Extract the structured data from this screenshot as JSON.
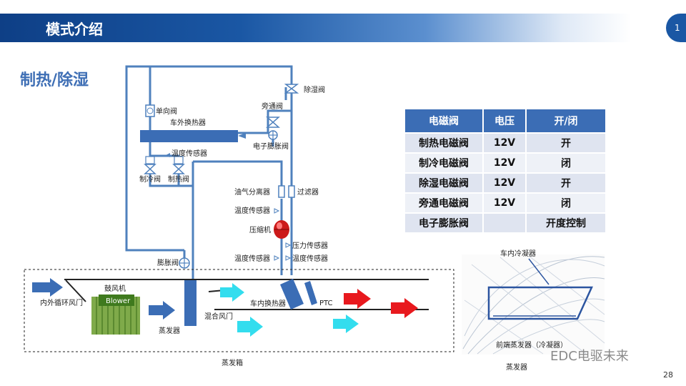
{
  "header": {
    "title": "模式介绍",
    "badge": "1"
  },
  "section_title": "制热/除湿",
  "diagram_labels": {
    "dehumid_valve": "除湿阀",
    "check_valve": "单向阀",
    "bypass_valve": "旁通阀",
    "outside_hx": "车外换热器",
    "exv": "电子膨胀阀",
    "temp_sensor_1": "温度传感器",
    "cooling_valve": "制冷阀",
    "heating_valve": "制热阀",
    "oil_separator": "油气分离器",
    "filter": "过滤器",
    "temp_sensor_2": "温度传感器",
    "compressor": "压缩机",
    "pressure_sensor": "压力传感器",
    "temp_sensor_3": "温度传感器",
    "temp_sensor_4": "温度传感器",
    "expansion_valve": "膨胀阀",
    "blower_title": "鼓风机",
    "blower": "Blower",
    "recirc_door": "内外循环风门",
    "evaporator": "蒸发器",
    "mix_door": "混合风门",
    "inside_hx": "车内换热器",
    "ptc": "PTC",
    "hvac_box": "蒸发箱"
  },
  "table": {
    "headers": [
      "电磁阀",
      "电压",
      "开/闭"
    ],
    "rows": [
      [
        "制热电磁阀",
        "12V",
        "开"
      ],
      [
        "制冷电磁阀",
        "12V",
        "闭"
      ],
      [
        "除湿电磁阀",
        "12V",
        "开"
      ],
      [
        "旁通电磁阀",
        "12V",
        "闭"
      ],
      [
        "电子膨胀阀",
        "",
        "开度控制"
      ]
    ]
  },
  "inset": {
    "condenser_label": "车内冷凝器",
    "front_evap_label": "前端蒸发器（冷凝器）",
    "evap_label": "蒸发器"
  },
  "watermark": "EDC电驱未来",
  "page_number": "28",
  "colors": {
    "pipe": "#4f81bd",
    "header": "#1a57a4",
    "cyan_arrow": "#33ccee",
    "red_arrow": "#e8191e"
  }
}
